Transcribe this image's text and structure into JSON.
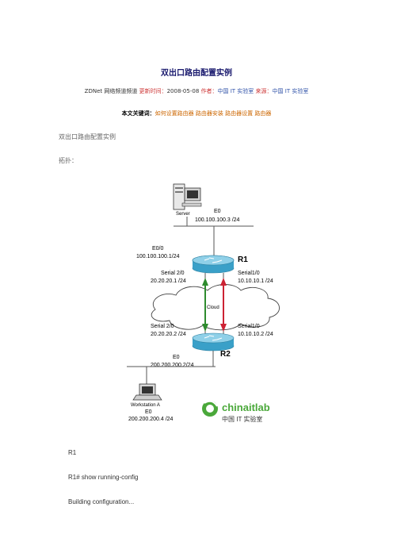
{
  "doc": {
    "title": "双出口路由配置实例",
    "meta": {
      "source": "ZDNet 网络频道频道",
      "updated_label": "更新时间：",
      "updated": "2008-05-08",
      "author_label": "作者：",
      "author": "中国 IT 实验室",
      "from_label": "来源：",
      "from": "中国 IT 实验室"
    },
    "keywords_label": "本文关键词：",
    "keywords": "如何设置路由器  路由器安装  路由器设置  路由器",
    "para1": "双出口路由配置实例",
    "para2": "拓扑：",
    "code_lines": [
      "R1",
      "R1# show running-config",
      "Building configuration..."
    ]
  },
  "diagram": {
    "server_label": "Server",
    "server_if": "E0",
    "server_ip": "100.100.100.3 /24",
    "r1_label": "R1",
    "r1_e0": "E0/0",
    "r1_e0_ip": "100.100.100.1/24",
    "r1_s20": "Serial 2/0",
    "r1_s20_ip": "20.20.20.1 /24",
    "r1_s10": "Serial1/0",
    "r1_s10_ip": "10.10.10.1 /24",
    "cloud_label": "Cloud",
    "r2_s20": "Serial 2/0",
    "r2_s20_ip": "20.20.20.2 /24",
    "r2_s10": "Serial1/0",
    "r2_s10_ip": "10.10.10.2 /24",
    "r2_label": "R2",
    "r2_e0": "E0",
    "r2_e0_ip": "200.200.200.2/24",
    "ws_label": "Workstation A",
    "ws_if": "E0",
    "ws_ip": "200.200.200.4 /24",
    "logo_text": "chinaitlab",
    "logo_sub": "中国 IT 实验室"
  },
  "colors": {
    "green_arrow": "#2e8b2e",
    "red_arrow": "#cc2233",
    "router": "#3aa0c8",
    "logo_green": "#4aa83a"
  }
}
